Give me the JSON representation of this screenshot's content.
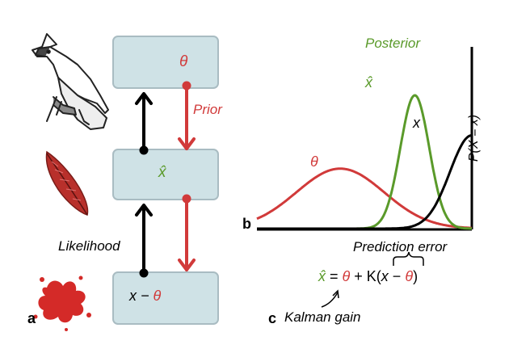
{
  "panel_a": {
    "label": "a",
    "top_box": {
      "symbol": "θ"
    },
    "middle_box": {
      "symbol": "x̂"
    },
    "bottom_box": {
      "symbol_x": "x − ",
      "symbol_theta": "θ"
    },
    "prior_label": "Prior",
    "likelihood_label": "Likelihood"
  },
  "panel_b": {
    "label": "b",
    "posterior_label": "Posterior",
    "curve_labels": {
      "prior": "θ",
      "posterior": "x̂",
      "likelihood": "x"
    },
    "ylabel": "P(X = x)"
  },
  "panel_c": {
    "label": "c",
    "prediction_error_label": "Prediction error",
    "equation": {
      "xhat": "x̂",
      "eq": " = ",
      "theta1": "θ",
      "plus_k": " + K(",
      "x": "x",
      "minus": " − ",
      "theta2": "θ",
      "close": ")"
    },
    "kalman_gain_label": "Kalman gain"
  },
  "colors": {
    "red": "#d13a3a",
    "green": "#5a9a2a",
    "box_fill": "#cfe2e6",
    "box_border": "#a9bcc2",
    "black": "#000000"
  },
  "icons": [
    "cardinal-bird-icon",
    "red-feather-icon",
    "red-splat-icon"
  ],
  "chart_data": {
    "type": "line",
    "series": [
      {
        "role": "prior",
        "mean": 0.0,
        "sd": 1.0,
        "peak": 0.45
      },
      {
        "role": "posterior",
        "mean": 1.7,
        "sd": 0.33,
        "peak": 1.0
      },
      {
        "role": "likelihood",
        "mean": 3.0,
        "sd": 0.5,
        "peak": 0.7
      }
    ]
  }
}
